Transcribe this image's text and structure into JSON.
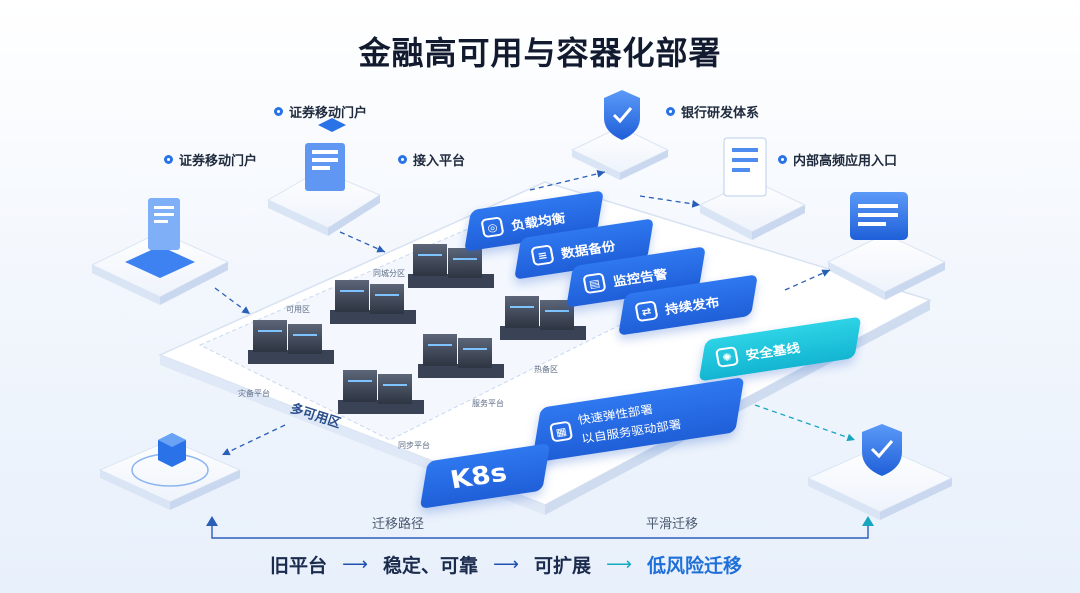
{
  "title": "金融高可用与容器化部署",
  "left_labels": {
    "portal_top": "证券移动门户",
    "portal_left": "证券移动门户",
    "access": "接入平台"
  },
  "right_labels": {
    "bank": "银行研发体系",
    "internal": "内部高频应用入口"
  },
  "platform": {
    "zone_name": "多可用区",
    "small_labels": [
      "可用区",
      "同城分区",
      "热备区",
      "服务平台",
      "同步平台",
      "灾备平台"
    ]
  },
  "cards": {
    "lb": "负载均衡",
    "backup": "数据备份",
    "monitor": "监控告警",
    "release": "持续发布",
    "security": "安全基线",
    "k8s": "K8s",
    "deploy_line1": "快速弹性部署",
    "deploy_line2": "以自服务驱动部署"
  },
  "flow": {
    "path_label": "迁移路径",
    "smooth_label": "平滑迁移",
    "steps": [
      "旧平台",
      "稳定、可靠",
      "可扩展",
      "低风险迁移"
    ]
  },
  "icons": {
    "portal_top": "document-stack-icon",
    "portal_left": "document-stack-icon",
    "bank": "shield-icon",
    "internal": "document-icon",
    "chat": "chat-window-icon",
    "legacy": "cube-icon",
    "target": "shield-check-icon",
    "server": "server-rack-icon"
  },
  "colors": {
    "primary": "#2a72e8",
    "cyan": "#19c2dc",
    "platform": "#ffffff"
  }
}
